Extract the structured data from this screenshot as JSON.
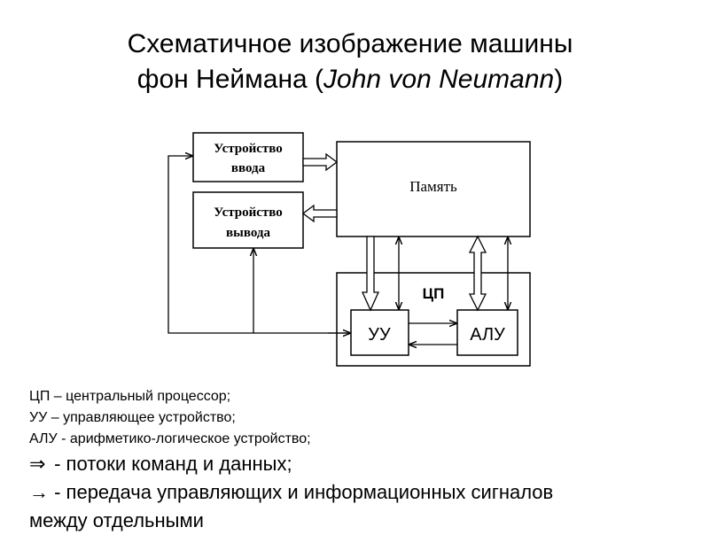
{
  "title": {
    "line1": "Схематичное изображение машины",
    "line2_prefix": "фон Неймана (",
    "line2_italic": "John von Neumann",
    "line2_suffix": ")"
  },
  "diagram": {
    "input_device": {
      "line1": "Устройство",
      "line2": "ввода"
    },
    "output_device": {
      "line1": "Устройство",
      "line2": "вывода"
    },
    "memory": "Память",
    "cpu": "ЦП",
    "control_unit": "УУ",
    "alu": "АЛУ"
  },
  "legend": {
    "items": [
      "ЦП – центральный процессор;",
      "УУ – управляющее устройство;",
      "АЛУ - арифметико-логическое устройство;"
    ],
    "double_arrow_symbol": "⇒",
    "double_arrow_text": " - потоки команд и данных;",
    "single_arrow_symbol": "→",
    "single_arrow_text": " - передача управляющих и информационных сигналов",
    "single_arrow_text_cont": "между отдельными"
  }
}
